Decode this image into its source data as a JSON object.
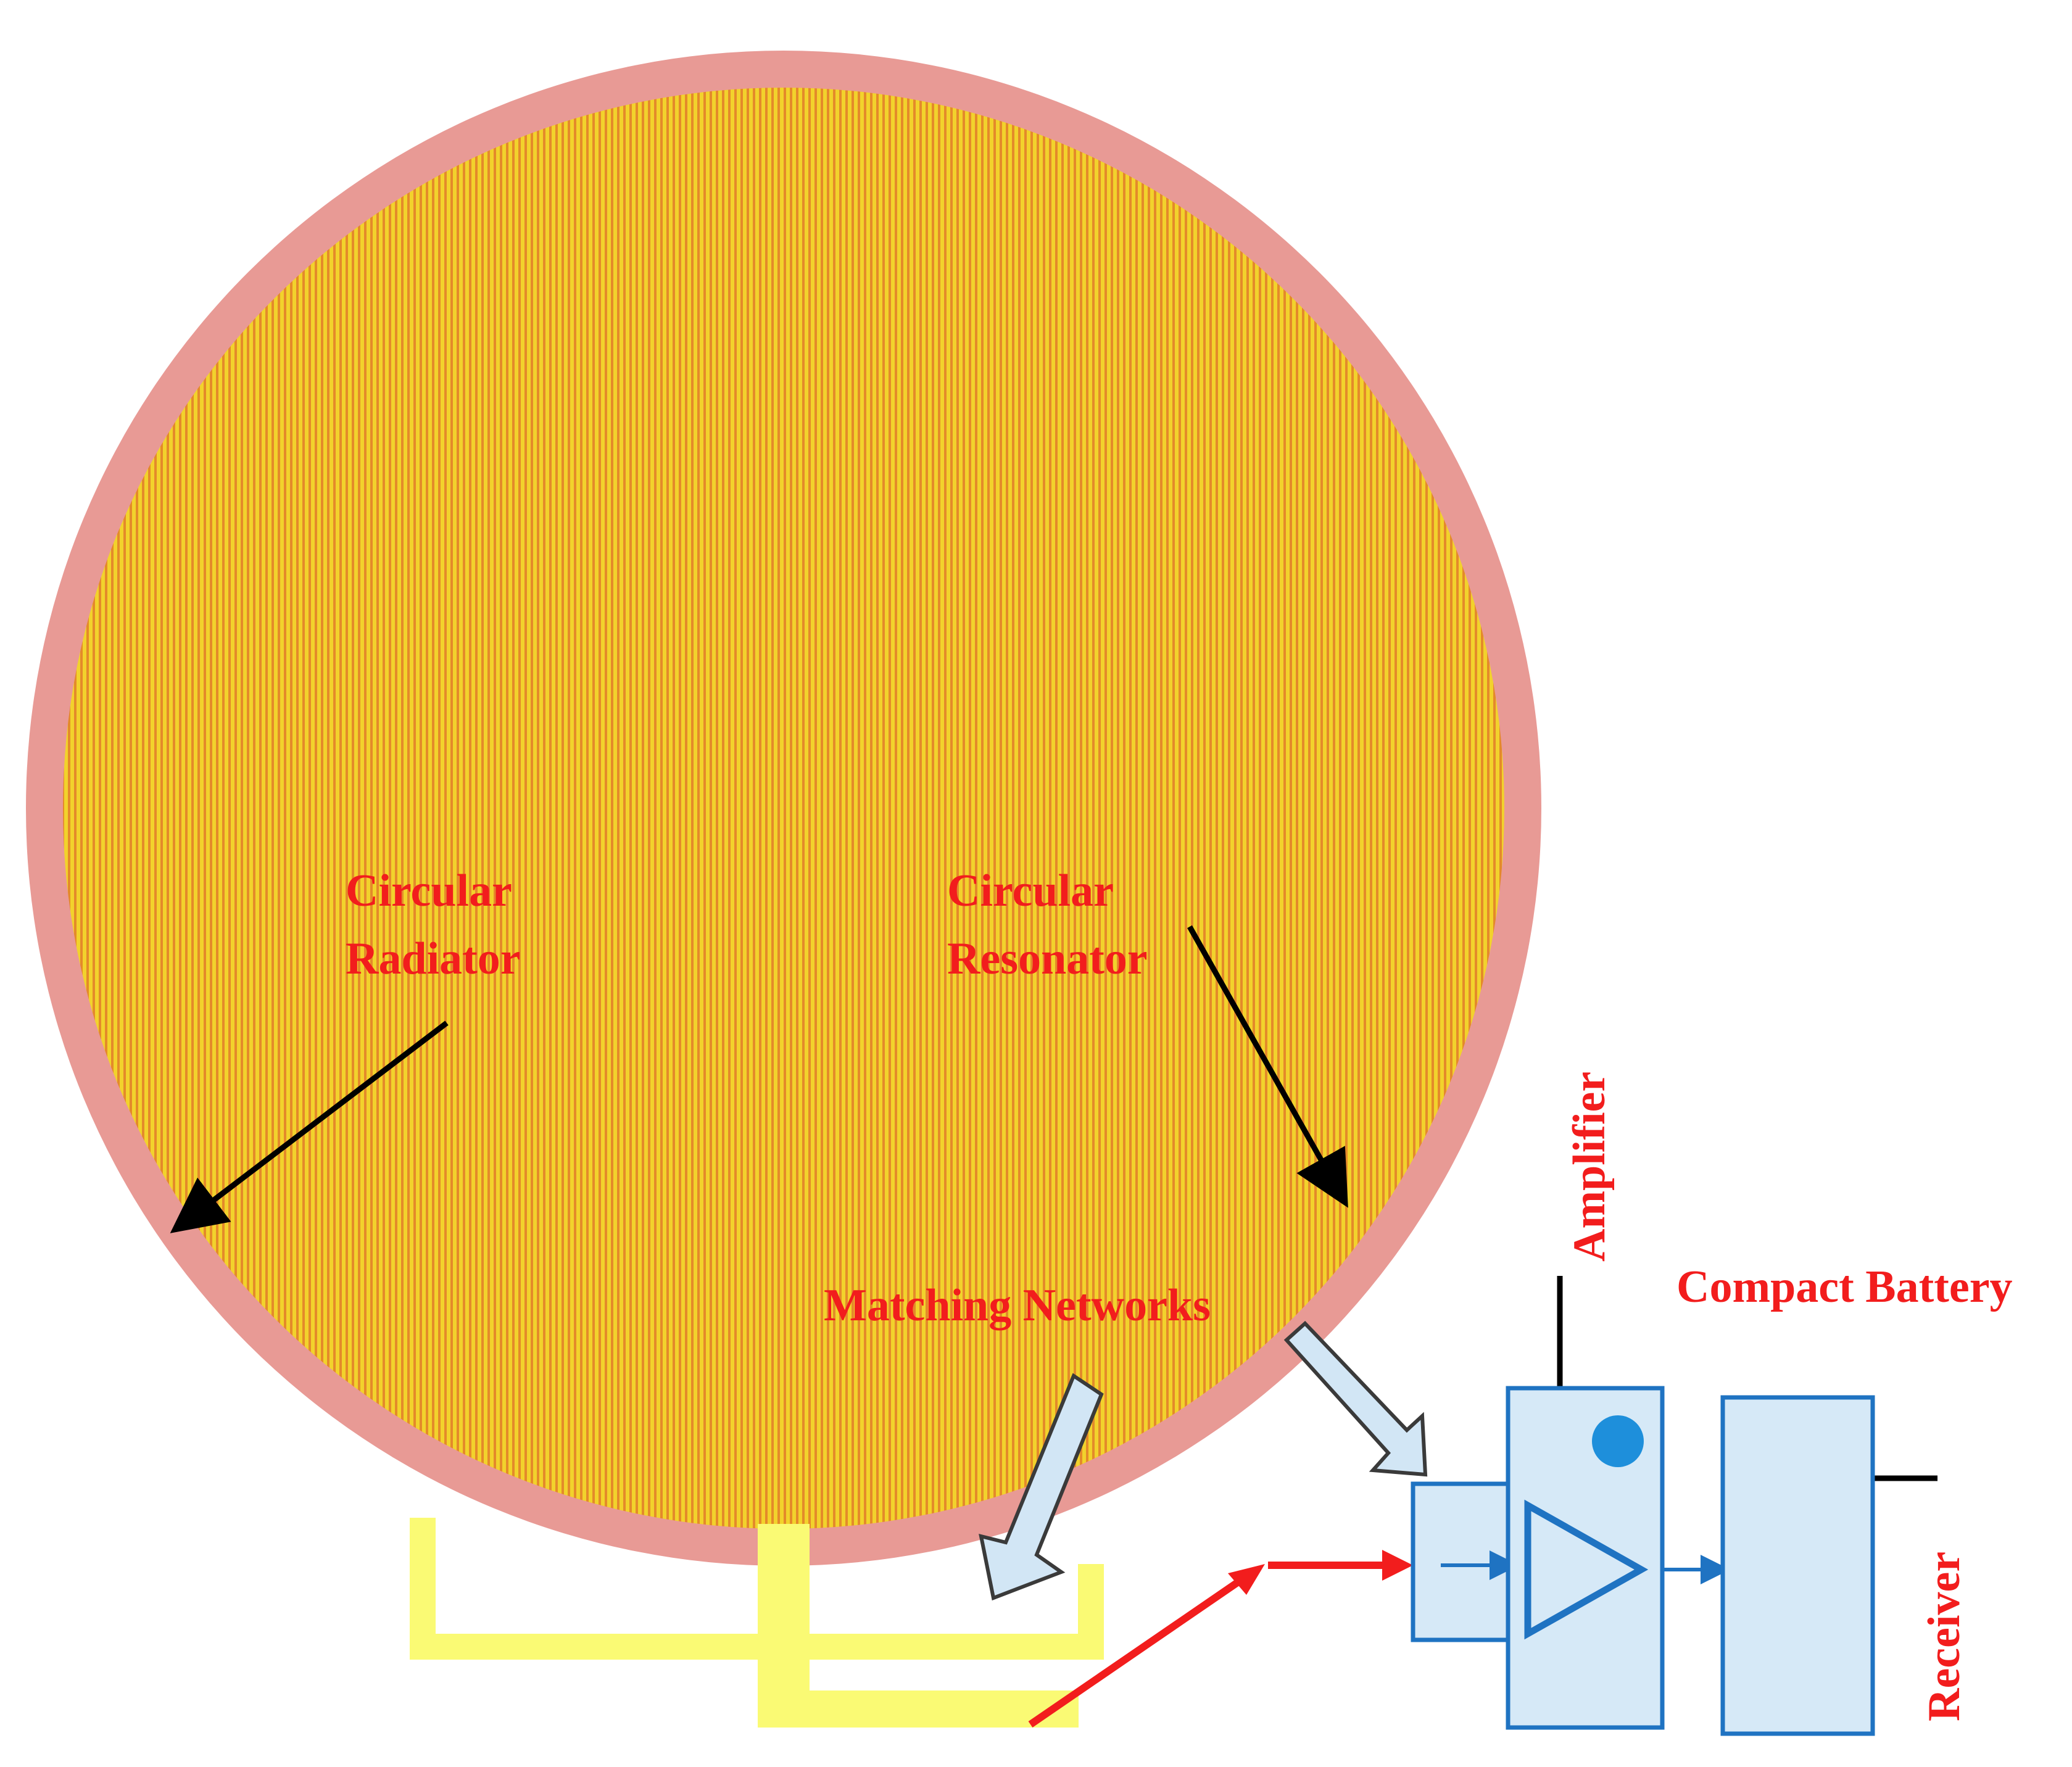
{
  "labels": {
    "circular_radiator_line1": "Circular",
    "circular_radiator_line2": "Radiator",
    "circular_resonator_line1": "Circular",
    "circular_resonator_line2": "Resonator",
    "matching_networks": "Matching Networks",
    "amplifier": "Amplifier",
    "compact_battery": "Compact Battery",
    "receiver": "Receiver"
  },
  "colors": {
    "ring": "#e89a95",
    "radiator_fill": "#f2d22c",
    "radiator_stripe": "#e48a2a",
    "feed_network": "#fafa74",
    "label_text": "#f21d1d",
    "box_fill": "#d6e9f7",
    "box_stroke": "#1f73c2",
    "battery_dot": "#1e8fdb",
    "red_arrow": "#f21d1d",
    "black_arrow": "#000000",
    "hollow_arrow_fill": "#d2e6f5",
    "hollow_arrow_stroke": "#3a3a3a"
  }
}
